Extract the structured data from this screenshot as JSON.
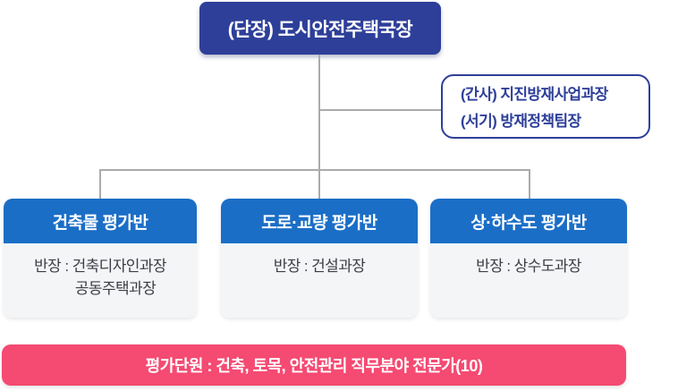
{
  "org_chart": {
    "root": {
      "label": "(단장) 도시안전주택국장"
    },
    "secretariat": {
      "lines": [
        "(간사) 지진방재사업과장",
        "(서기) 방재정책팀장"
      ]
    },
    "teams": [
      {
        "title": "건축물 평가반",
        "lines": [
          "반장 : 건축디자인과장",
          "공동주택과장"
        ]
      },
      {
        "title": "도로·교량 평가반",
        "lines": [
          "반장 : 건설과장"
        ]
      },
      {
        "title": "상·하수도 평가반",
        "lines": [
          "반장 : 상수도과장"
        ]
      }
    ],
    "footer": {
      "label": "평가단원 : 건축, 토목, 안전관리 직무분야 전문가(10)"
    }
  },
  "colors": {
    "indigo": "#2e3f99",
    "blue": "#1b6ec6",
    "body-bg": "#f4f5f7",
    "pink": "#f54a72",
    "line": "#ababab",
    "body-text": "#3b3e46"
  }
}
